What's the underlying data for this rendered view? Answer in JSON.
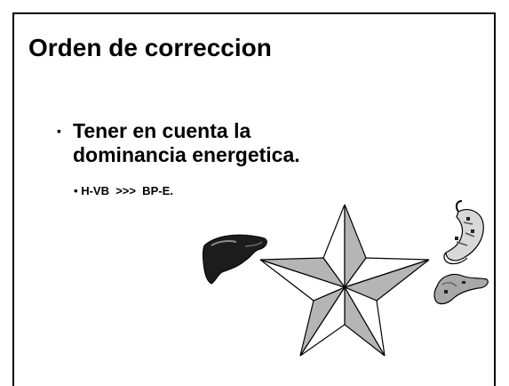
{
  "slide": {
    "title": "Orden de correccion",
    "bullets": [
      {
        "marker": "▪",
        "text": "Tener en cuenta la dominancia energetica.",
        "sub_bullets": [
          {
            "marker": "•",
            "text": "H-VB  >>>  BP-E."
          }
        ]
      }
    ]
  },
  "images": [
    {
      "icon": "liver-icon"
    },
    {
      "icon": "star-icon"
    },
    {
      "icon": "stomach-icon"
    },
    {
      "icon": "pancreas-icon"
    }
  ],
  "colors": {
    "background": "#ffffff",
    "text": "#000000",
    "star_shade": "#b5b5b5",
    "organ_dark": "#1c1c1c"
  }
}
